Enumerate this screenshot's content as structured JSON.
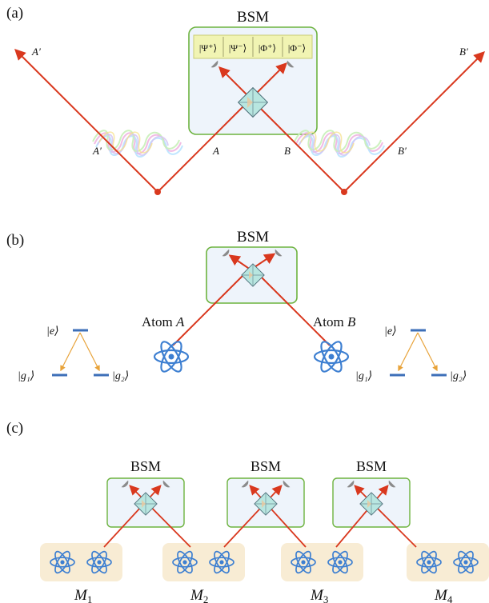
{
  "panels": {
    "a": {
      "label": "(a)",
      "bsm_label": "BSM",
      "states": [
        "|Ψ⁺⟩",
        "|Ψ⁻⟩",
        "|Φ⁺⟩",
        "|Φ⁻⟩"
      ],
      "outer_left": "A′",
      "outer_right": "B′",
      "inner_left_prime": "A′",
      "inner_left": "A",
      "inner_right": "B",
      "inner_right_prime": "B′"
    },
    "b": {
      "label": "(b)",
      "bsm_label": "BSM",
      "atom_a_word": "Atom",
      "atom_a_letter": "A",
      "atom_b_word": "Atom",
      "atom_b_letter": "B",
      "level_e": "|e⟩",
      "level_g1": "|g₁⟩",
      "level_g2": "|g₂⟩"
    },
    "c": {
      "label": "(c)",
      "bsm_labels": [
        "BSM",
        "BSM",
        "BSM"
      ],
      "memories": [
        {
          "letter": "M",
          "sub": "1"
        },
        {
          "letter": "M",
          "sub": "2"
        },
        {
          "letter": "M",
          "sub": "3"
        },
        {
          "letter": "M",
          "sub": "4"
        }
      ]
    }
  },
  "colors": {
    "beam": "#d9381e",
    "box_border": "#6db33f",
    "box_fill": "#eef4fb",
    "state_fill": "#f1f4b3",
    "atom": "#3d7fd1",
    "memory_fill": "#f8ecd4",
    "transition": "#e8a33a",
    "level_line": "#3d6fb8",
    "detector": "#8a8a8a",
    "splitter": "#b8e6e0"
  }
}
